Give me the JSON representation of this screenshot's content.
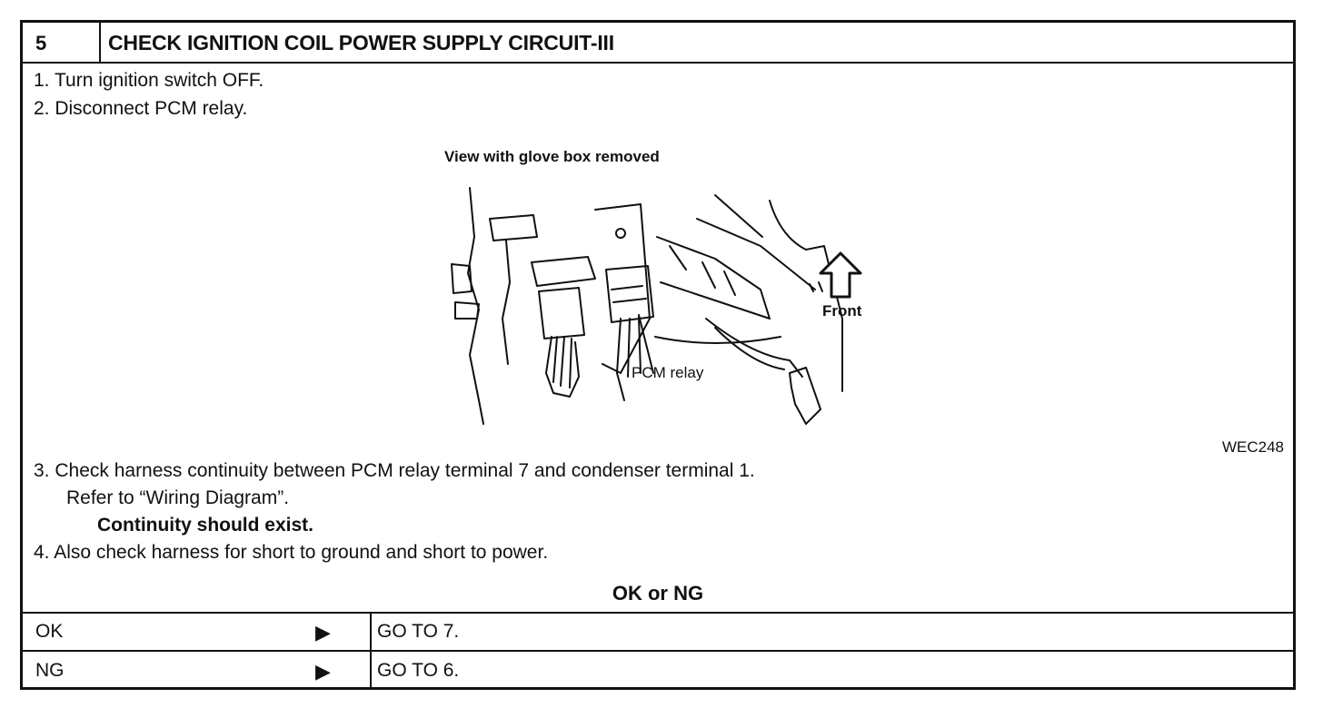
{
  "step": {
    "number": "5",
    "title": "CHECK IGNITION COIL POWER SUPPLY CIRCUIT-III"
  },
  "instructions": {
    "line1": "1. Turn ignition switch OFF.",
    "line2": "2. Disconnect PCM relay.",
    "line3": "3. Check harness continuity between PCM relay terminal 7 and condenser terminal 1.",
    "line3b": "Refer to “Wiring Diagram”.",
    "line3c": "Continuity should exist.",
    "line4": "4. Also check harness for short to ground and short to power."
  },
  "figure": {
    "caption": "View with glove box removed",
    "relay_label": "PCM relay",
    "front_label": "Front",
    "code": "WEC248",
    "icons": [
      "up-arrow-icon"
    ]
  },
  "result": {
    "prompt": "OK or NG",
    "rows": [
      {
        "label": "OK",
        "arrow": "▶",
        "action": "GO TO 7."
      },
      {
        "label": "NG",
        "arrow": "▶",
        "action": "GO TO 6."
      }
    ]
  }
}
